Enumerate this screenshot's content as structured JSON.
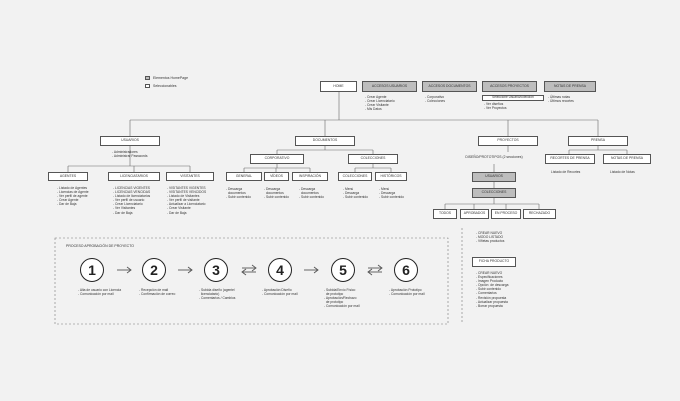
{
  "legend": {
    "item1": "Elementos HomePage",
    "item2": "Seleccionables"
  },
  "home": {
    "label": "HOME"
  },
  "shortcuts": {
    "accesos_usuarios": "ACCESOS USUARIOS",
    "accesos_documentos": "ACCESOS DOCUMENTOS",
    "accesos_proyectos": "ACCESOS PROYECTOS",
    "notas_prensa": "NOTAS DE PRENSA",
    "usuarios_list": "- Crear Agente\n- Crear Licenciatario\n- Crear Visitante\n- Mis Datos",
    "documentos_list": "- Corporativo\n- Colecciones",
    "proyectos_select": "Seleccione Usuario/colección",
    "proyectos_list": "- Ver diseños\n- Ver Proyectos",
    "prensa_list": "- Últimas notas\n- Últimos recortes"
  },
  "sections": {
    "usuarios": "USUARIOS",
    "documentos": "DOCUMENTOS",
    "proyectos": "PROYECTOS",
    "prensa": "PRENSA"
  },
  "usuarios": {
    "admin_list": "- Administradores\n- Administrar Passwords",
    "agentes": "AGENTES",
    "licenciatarios": "LICENCIATARIOS",
    "visitantes": "VISITANTES",
    "agentes_list": "- Listado de Agentes\n- Licencias de Agente\n- Ver perfil de agente\n- Crear Agente\n- Dar de Baja",
    "licenciatarios_list": "- LICENCIAS VIGENTES\n- LICENCIAS VENCIDAS\n- Listado de licenciatarios\n- Ver perfil de usuario\n- Crear Licenciatario\n- Ver Visitantes\n- Dar de Baja",
    "visitantes_list": "- VISITANTES VIGENTES\n- VISITANTES VENCIDOS\n- Listado de Visitantes\n- Ver perfil de visitante\n- Actualizar a Licenciatario\n- Crear Visitante\n- Dar de Baja"
  },
  "documentos": {
    "corporativo": "CORPORATIVO",
    "colecciones": "COLECCIONES",
    "general": "GENERAL",
    "videos": "VÍDEOS",
    "inspiracion": "INSPIRACIÓN",
    "colecciones_sub": "COLECCIONES",
    "historicos": "HISTÓRICOS",
    "general_list": "- Descarga\n  documentos\n- Subir contenido",
    "videos_list": "- Descarga\n  documentos\n- Subir contenido",
    "inspiracion_list": "- Descarga\n  documentos\n- Subir contenido",
    "colecciones_list": "- Menú\n- Descarga\n- Subir contenido",
    "historicos_list": "- Menú\n- Descarga\n- Subir contenido"
  },
  "proyectos": {
    "diseno": "DISEÑO/PROTOTIPOS (2 secciones)",
    "usuarios": "USUARIOS",
    "colecciones": "COLECCIONES",
    "tabs": [
      "TODOS",
      "APROBADOS",
      "EN PROCESO",
      "RECHAZADO"
    ],
    "crear_list": "- CREAR NUEVO\n- MODO LISTADO\n- Viñetas productos",
    "ficha": "FICHA PRODUCTO",
    "ficha_list": "- CREAR NUEVO\n- Especificaciones\n- Imagen Producto\n- Opción  de descarga\n- Subir contenido\n- Comentarios\n- Revisión propuesta\n- Actualizar propuesta\n- Borrar propuesta"
  },
  "prensa": {
    "recortes": "RECORTES DE PRENSA",
    "notas": "NOTAS DE PRENSA",
    "recortes_list": "Listado de Recortes",
    "notas_list": "Listado de Notas"
  },
  "proceso": {
    "title": "PROCESO APROBACIÓN DE PROYECTO",
    "steps": [
      {
        "num": "1",
        "text": "- Alta de usuario con Licencia\n- Comunicación por mail"
      },
      {
        "num": "2",
        "text": "- Recepción de mail\n- Confirmación de correo"
      },
      {
        "num": "3",
        "text": "- Subida diseño (agente/\n  licenciatario)\n- Comentarios / Cambios"
      },
      {
        "num": "4",
        "text": "- Aprobación Diseño\n- Comunicación por mail"
      },
      {
        "num": "5",
        "text": "- Subida/Envío Físico\n  de prototipo\n- Aprobación/Rechazo\n  de prototipo\n- Comunicación por mail"
      },
      {
        "num": "6",
        "text": "- Aprobación Prototipo\n- Comunicación por mail"
      }
    ]
  }
}
